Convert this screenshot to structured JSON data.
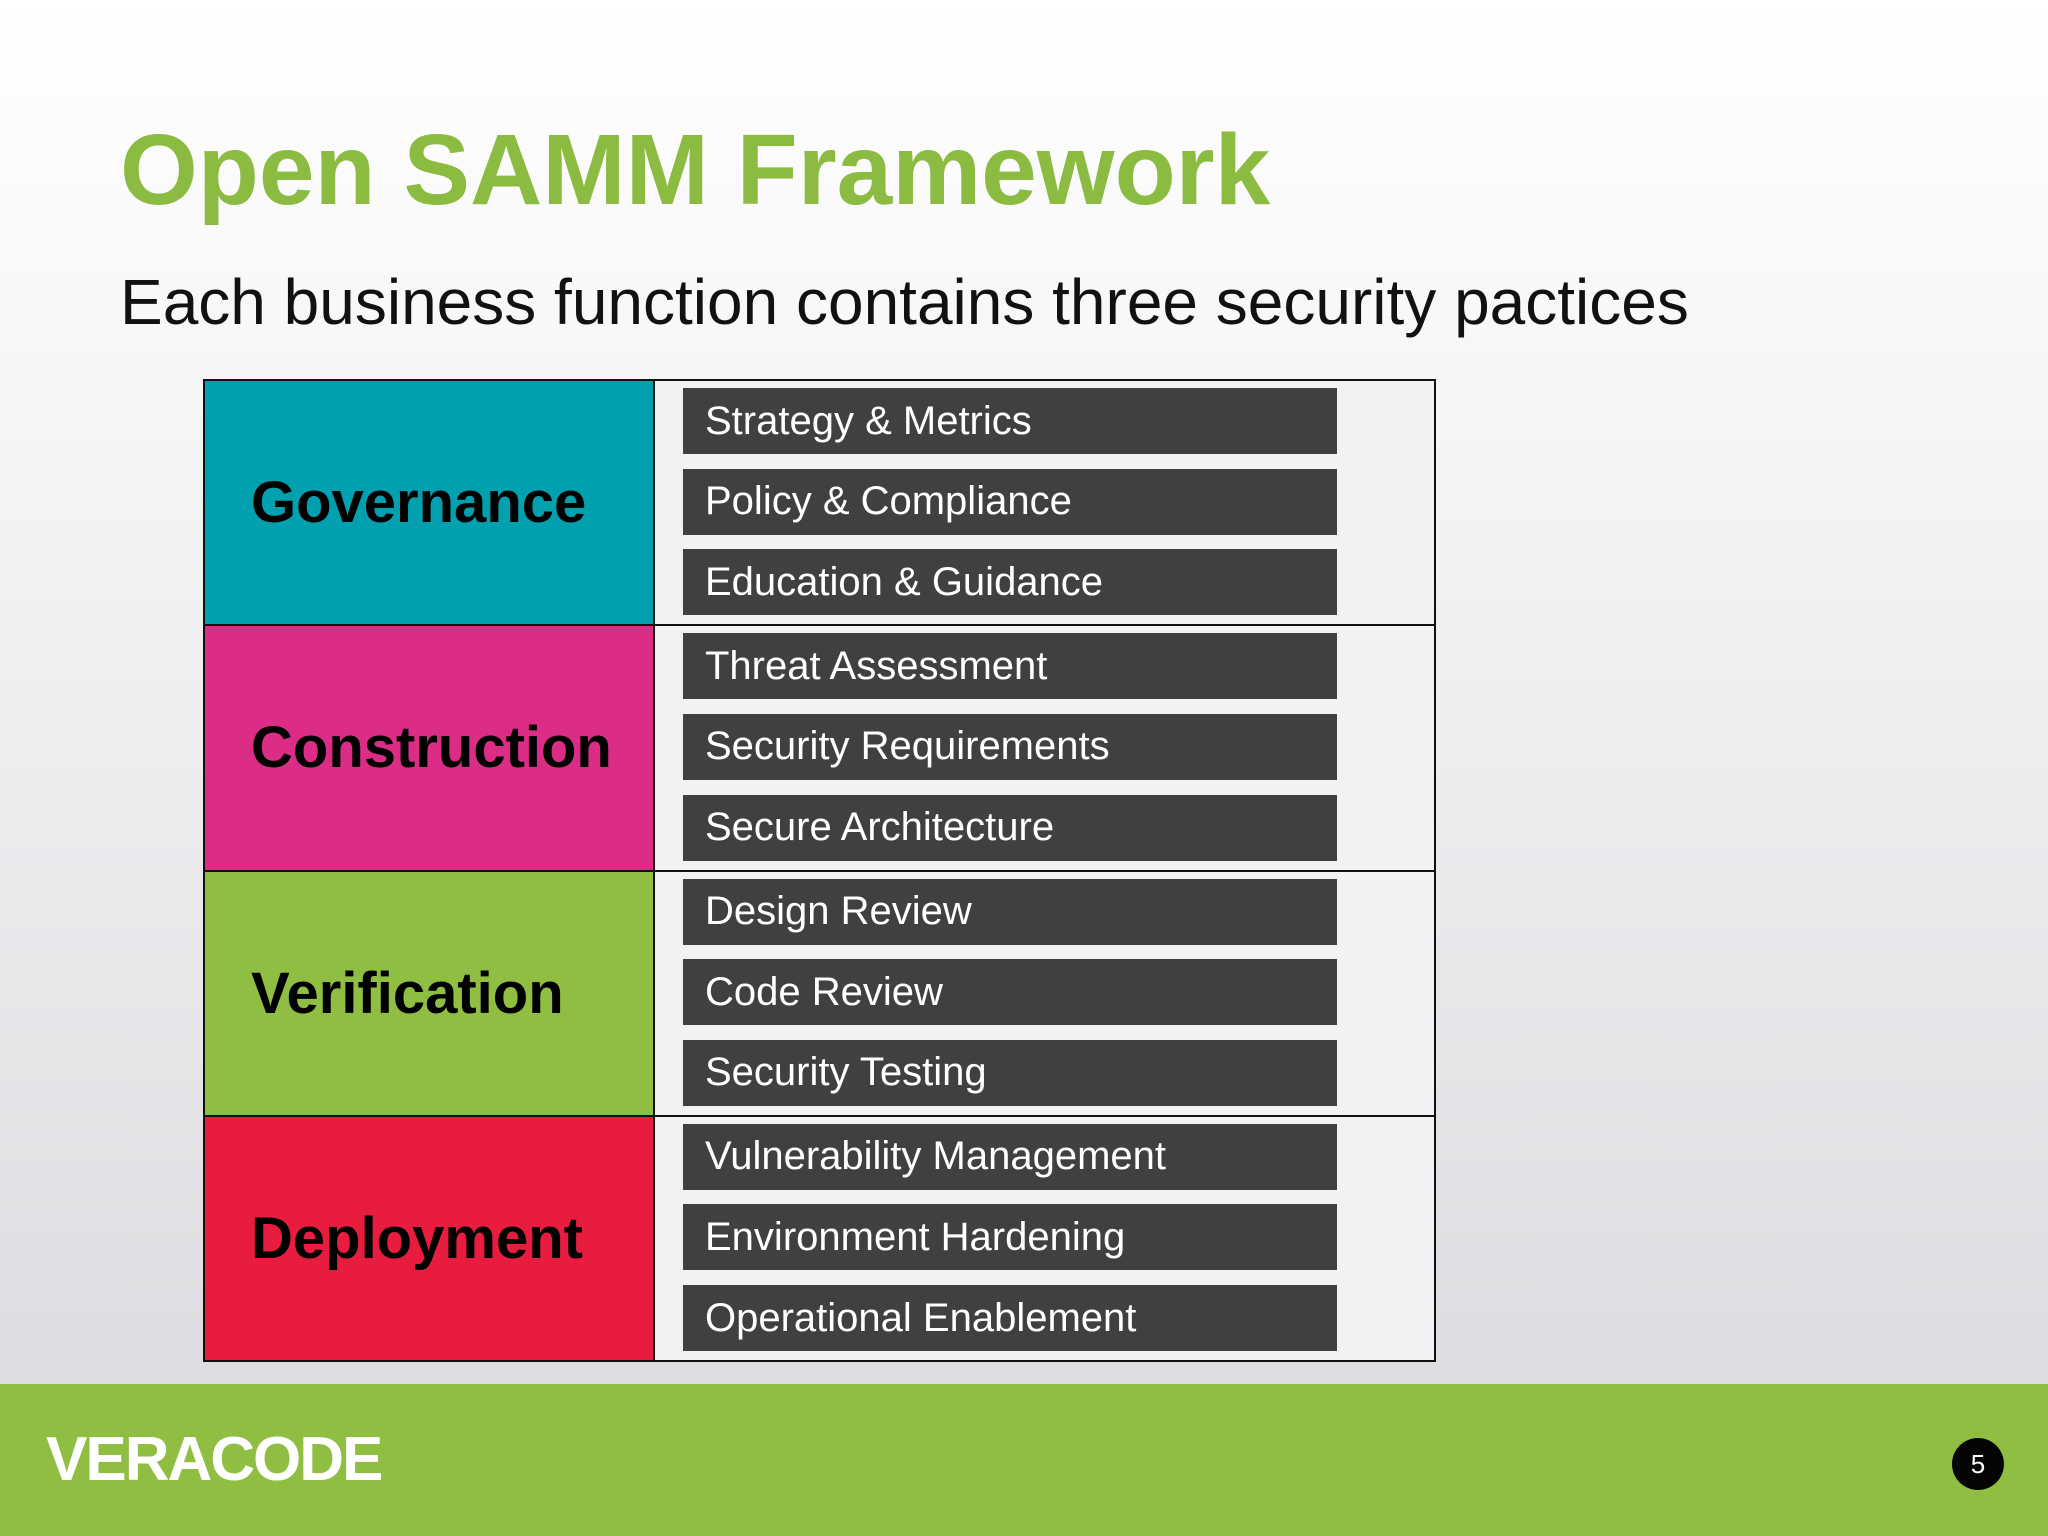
{
  "slide": {
    "title": "Open SAMM Framework",
    "subtitle": "Each business function contains three security pactices"
  },
  "business_functions": [
    {
      "name": "Governance",
      "color": "#00a0ae",
      "practices": [
        "Strategy & Metrics",
        "Policy & Compliance",
        "Education & Guidance"
      ]
    },
    {
      "name": "Construction",
      "color": "#dc2d86",
      "practices": [
        "Threat Assessment",
        "Security Requirements",
        "Secure Architecture"
      ]
    },
    {
      "name": "Verification",
      "color": "#8fbe43",
      "practices": [
        "Design Review",
        "Code Review",
        "Security Testing"
      ]
    },
    {
      "name": "Deployment",
      "color": "#e81c3e",
      "practices": [
        "Vulnerability Management",
        "Environment Hardening",
        "Operational Enablement"
      ]
    }
  ],
  "footer": {
    "logo_text": "VERACODE",
    "page_number": "5",
    "color": "#8fbe43"
  },
  "colors": {
    "title": "#8bbb40",
    "practice_box": "#403f42"
  }
}
